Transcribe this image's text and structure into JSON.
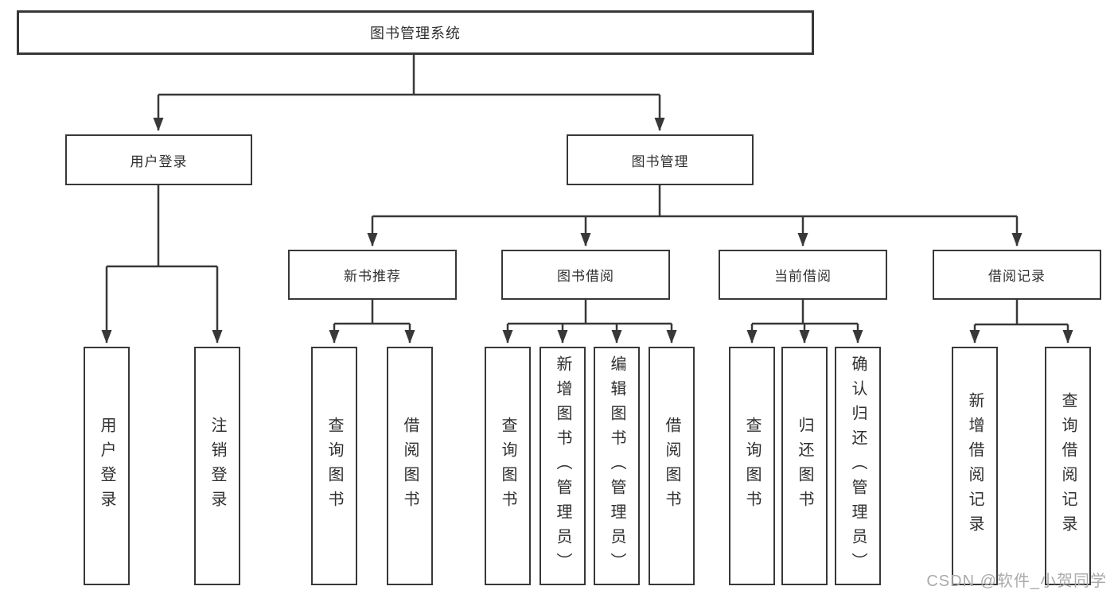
{
  "tree": {
    "label": "图书管理系统",
    "children": [
      {
        "label": "用户登录",
        "children": [
          {
            "label": "用户登录"
          },
          {
            "label": "注销登录"
          }
        ]
      },
      {
        "label": "图书管理",
        "children": [
          {
            "label": "新书推荐",
            "children": [
              {
                "label": "查询图书"
              },
              {
                "label": "借阅图书"
              }
            ]
          },
          {
            "label": "图书借阅",
            "children": [
              {
                "label": "查询图书"
              },
              {
                "label": "新增图书（管理员）"
              },
              {
                "label": "编辑图书（管理员）"
              },
              {
                "label": "借阅图书"
              }
            ]
          },
          {
            "label": "当前借阅",
            "children": [
              {
                "label": "查询图书"
              },
              {
                "label": "归还图书"
              },
              {
                "label": "确认归还（管理员）"
              }
            ]
          },
          {
            "label": "借阅记录",
            "children": [
              {
                "label": "新增借阅记录"
              },
              {
                "label": "查询借阅记录"
              }
            ]
          }
        ]
      }
    ]
  },
  "watermark": "CSDN @软件_小贺同学",
  "colors": {
    "line": "#383838",
    "text": "#2f2f2f",
    "watermark": "#aaaaaa",
    "background": "#ffffff"
  }
}
